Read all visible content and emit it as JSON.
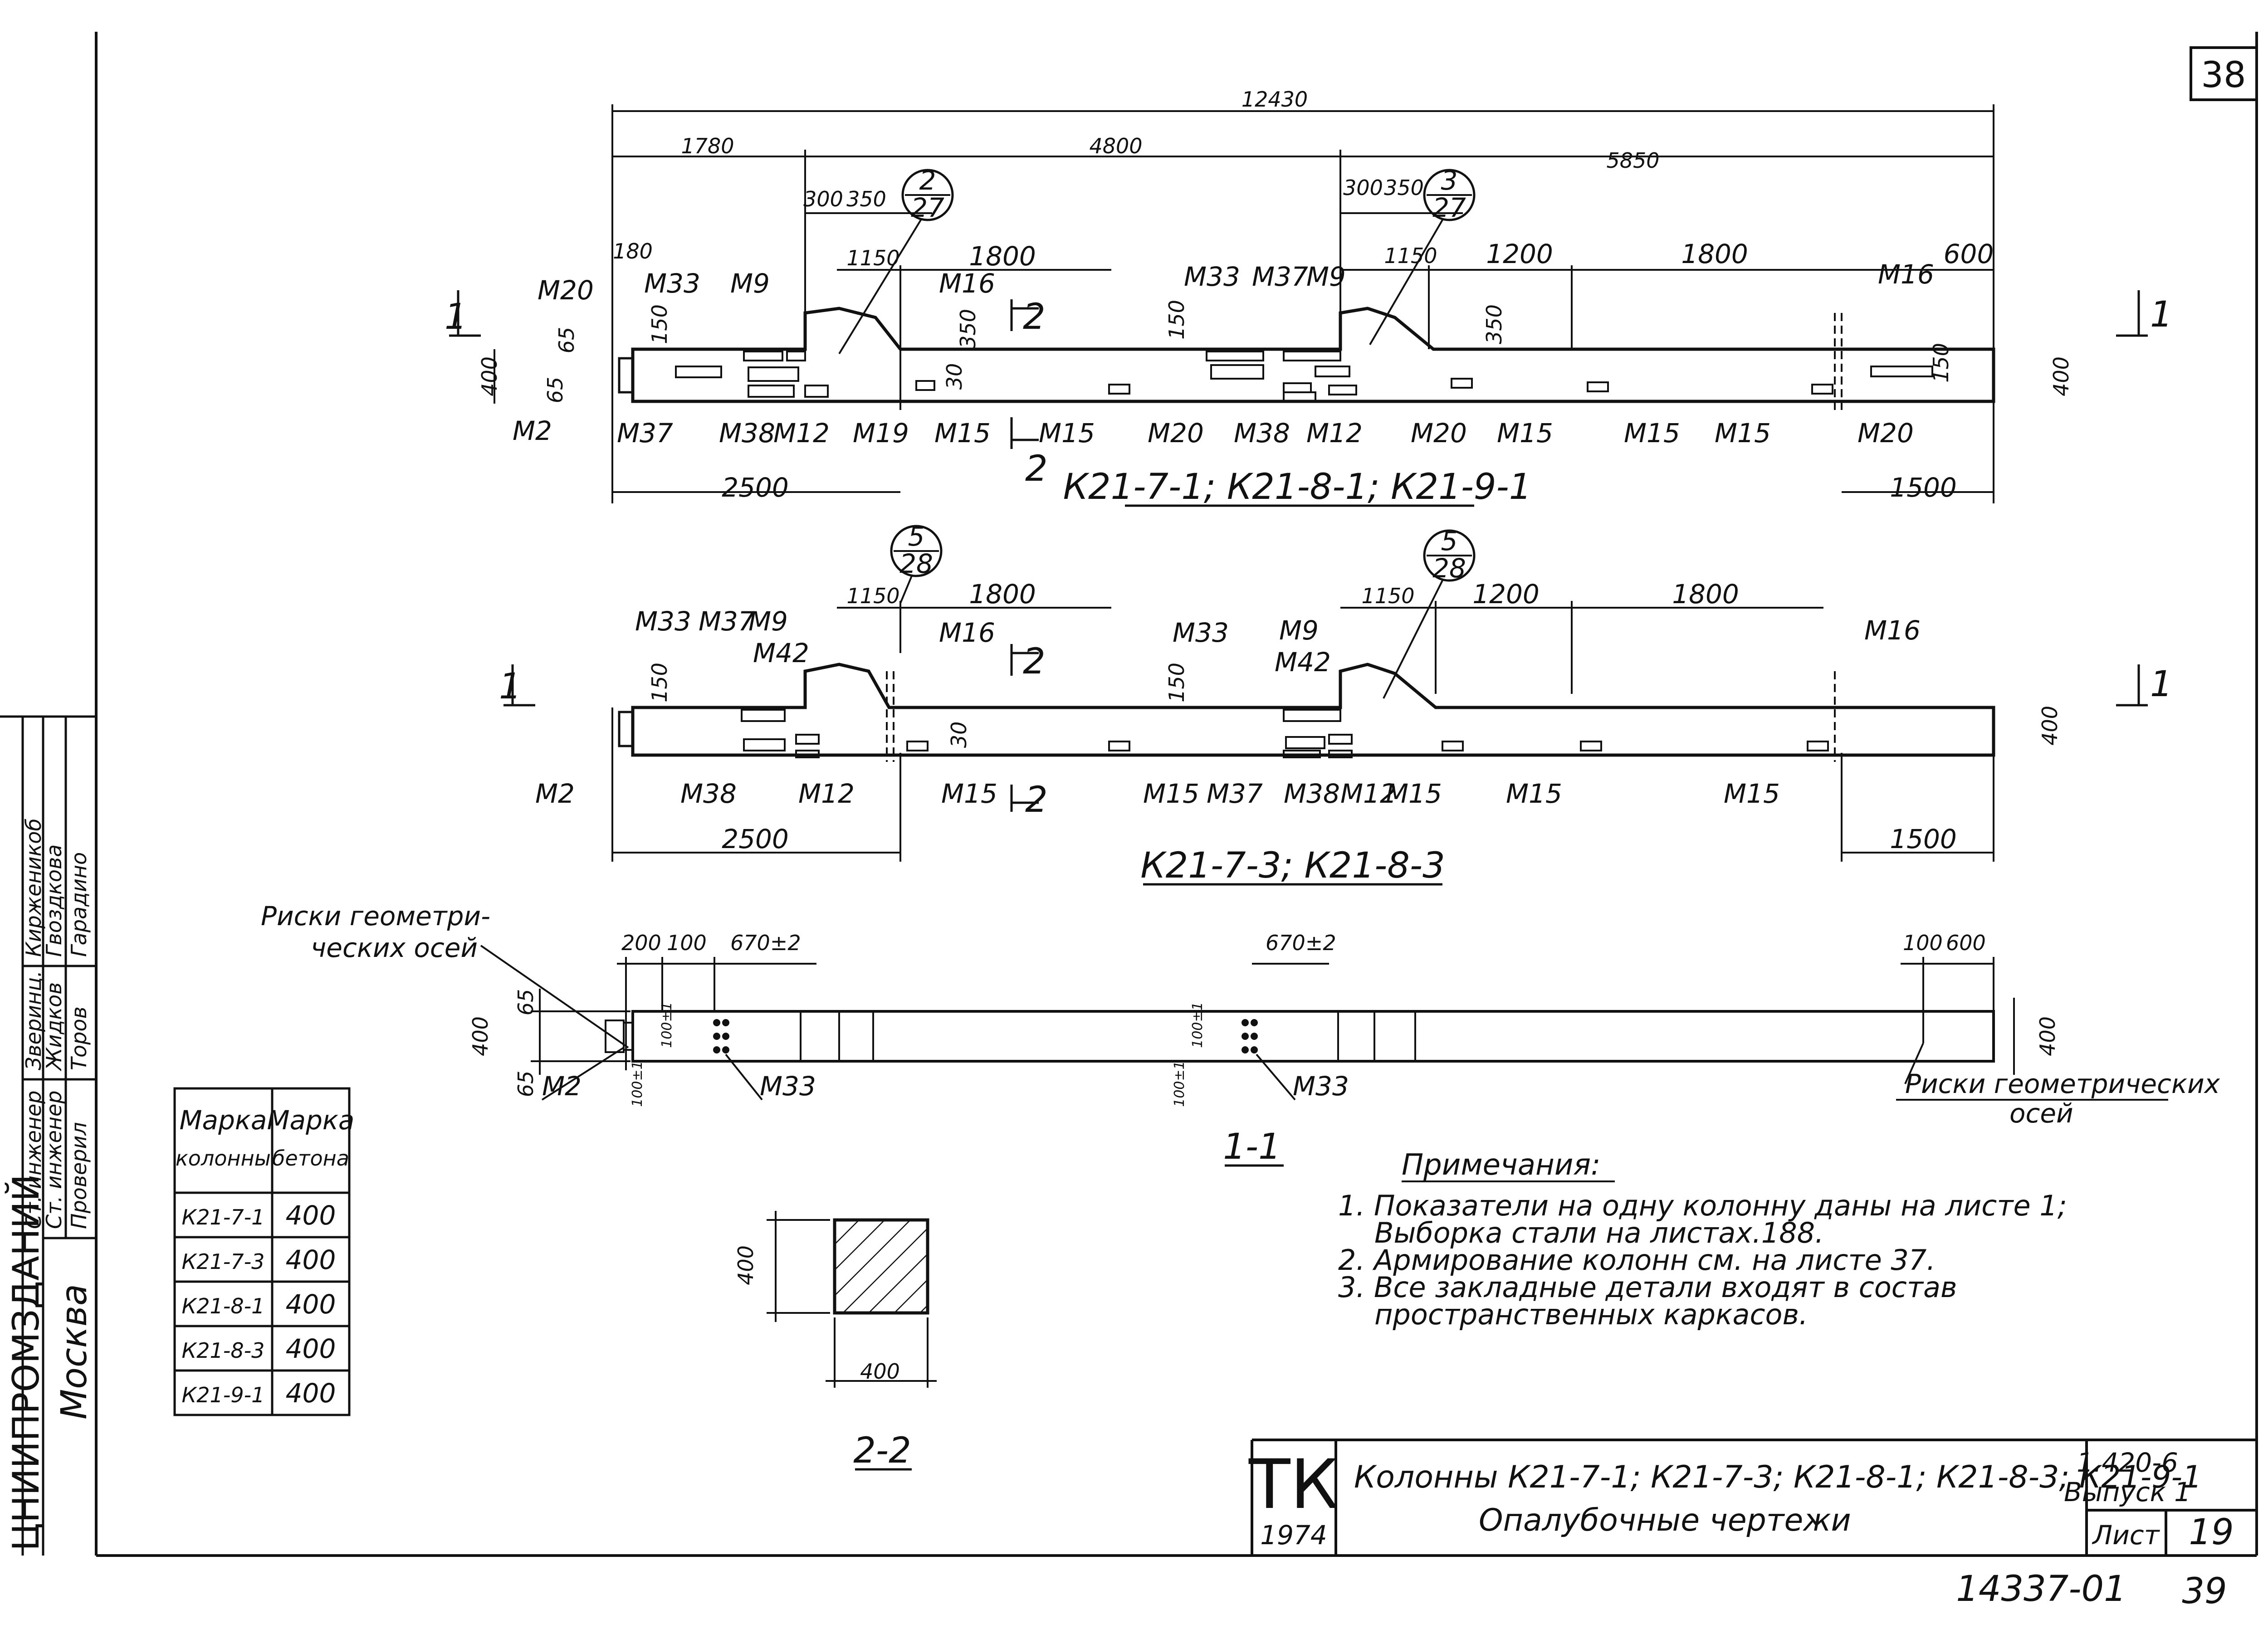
{
  "sheet": {
    "page_number": "38",
    "bottom_right_code": "14337-01",
    "bottom_right_page": "39"
  },
  "elevation1": {
    "title": "К21-7-1; К21-8-1; К21-9-1",
    "dims_top": [
      "12430",
      "1780",
      "4800",
      "5850",
      "300",
      "350",
      "1150",
      "1800",
      "300",
      "350",
      "1150",
      "1200",
      "1800",
      "600",
      "180"
    ],
    "dims_side": [
      "400",
      "65",
      "65",
      "150",
      "350",
      "30",
      "150",
      "350",
      "150",
      "400"
    ],
    "dims_bottom": [
      "2500",
      "1500"
    ],
    "callout_a": {
      "num": "2",
      "den": "27"
    },
    "callout_b": {
      "num": "3",
      "den": "27"
    },
    "section_mark_left": "1",
    "section_mark_right": "1",
    "section_mark_22_top": "2",
    "section_mark_22_bottom": "2",
    "labels_top": [
      "М20",
      "М33",
      "М9",
      "М16",
      "М33",
      "М37",
      "М9",
      "М16"
    ],
    "labels_bottom": [
      "М2",
      "М37",
      "М38",
      "М12",
      "М19",
      "М15",
      "М15",
      "М20",
      "М38",
      "М12",
      "М20",
      "М15",
      "М15",
      "М15",
      "М20"
    ]
  },
  "elevation2": {
    "title": "К21-7-3; К21-8-3",
    "dims_top": [
      "1150",
      "1800",
      "1150",
      "1200",
      "1800"
    ],
    "dims_side": [
      "150",
      "30",
      "150",
      "400"
    ],
    "dims_bottom": [
      "2500",
      "1500"
    ],
    "callout_a": {
      "num": "5",
      "den": "28"
    },
    "callout_b": {
      "num": "5",
      "den": "28"
    },
    "section_mark_left": "1",
    "section_mark_right": "1",
    "section_mark_22": "2",
    "labels_top": [
      "М33",
      "М37",
      "М9",
      "М42",
      "М16",
      "М33",
      "М9",
      "М42",
      "М16"
    ],
    "labels_bottom": [
      "М2",
      "М38",
      "М12",
      "М15",
      "М15",
      "М37",
      "М38",
      "М12",
      "М15",
      "М15",
      "М15"
    ]
  },
  "section11": {
    "title": "1-1",
    "geo_axes_left_1": "Риски геометри-",
    "geo_axes_left_2": "ческих осей",
    "geo_axes_right_1": "Риски геометрических",
    "geo_axes_right_2": "осей",
    "dims": [
      "200",
      "100",
      "670±2",
      "670±2",
      "100",
      "600",
      "65",
      "400",
      "65",
      "400",
      "100±1",
      "100±1",
      "100±1",
      "100±1"
    ],
    "labels": [
      "М2",
      "М33",
      "М33"
    ]
  },
  "section22": {
    "title": "2-2",
    "dim_h": "400",
    "dim_v": "400"
  },
  "notes": {
    "heading": "Примечания:",
    "items": [
      "1. Показатели на одну колонну даны на листе 1;",
      "Выборка стали на листах.188.",
      "2. Армирование колонн см. на листе 37.",
      "3. Все закладные детали входят в состав",
      "пространственных каркасов."
    ]
  },
  "concrete_table": {
    "headers": [
      [
        "Марка",
        "колонны"
      ],
      [
        "Марка",
        "бетона"
      ]
    ],
    "rows": [
      [
        "К21-7-1",
        "400"
      ],
      [
        "К21-7-3",
        "400"
      ],
      [
        "К21-8-1",
        "400"
      ],
      [
        "К21-8-3",
        "400"
      ],
      [
        "К21-9-1",
        "400"
      ]
    ]
  },
  "left_strip": {
    "institute": "ЦНИИПРОМЗДАНИЙ",
    "city": "Москва",
    "roles": [
      "Ст. инженер",
      "Ст. инженер",
      "Проверил"
    ],
    "signatures": [
      "Зверинц.",
      "Жидков",
      "Торов"
    ],
    "names": [
      "Кирженикоб",
      "Гвоздкова",
      "Гарадино"
    ]
  },
  "title_block": {
    "tk": "ТК",
    "year": "1974",
    "title_line1": "Колонны К21-7-1; К21-7-3; К21-8-1; К21-8-3; К21-9-1",
    "title_line2": "Опалубочные чертежи",
    "series": "1.420-6",
    "issue": "Выпуск 1",
    "sheet_label": "Лист",
    "sheet_no": "19"
  }
}
